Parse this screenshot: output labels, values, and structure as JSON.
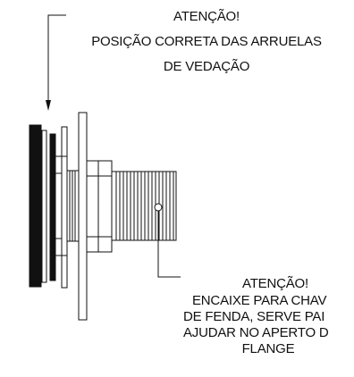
{
  "note_top": {
    "line1": "ATENÇÃO!",
    "line2": "POSIÇÃO CORRETA DAS ARRUELAS",
    "line3": "DE VEDAÇÃO"
  },
  "note_bottom": {
    "line1": "ATENÇÃO!",
    "line2": "ENCAIXE PARA CHAV",
    "line3": "DE FENDA, SERVE PAI",
    "line4": "AJUDAR NO APERTO D",
    "line5": "FLANGE"
  },
  "colors": {
    "ink": "#111111",
    "background": "#ffffff"
  }
}
